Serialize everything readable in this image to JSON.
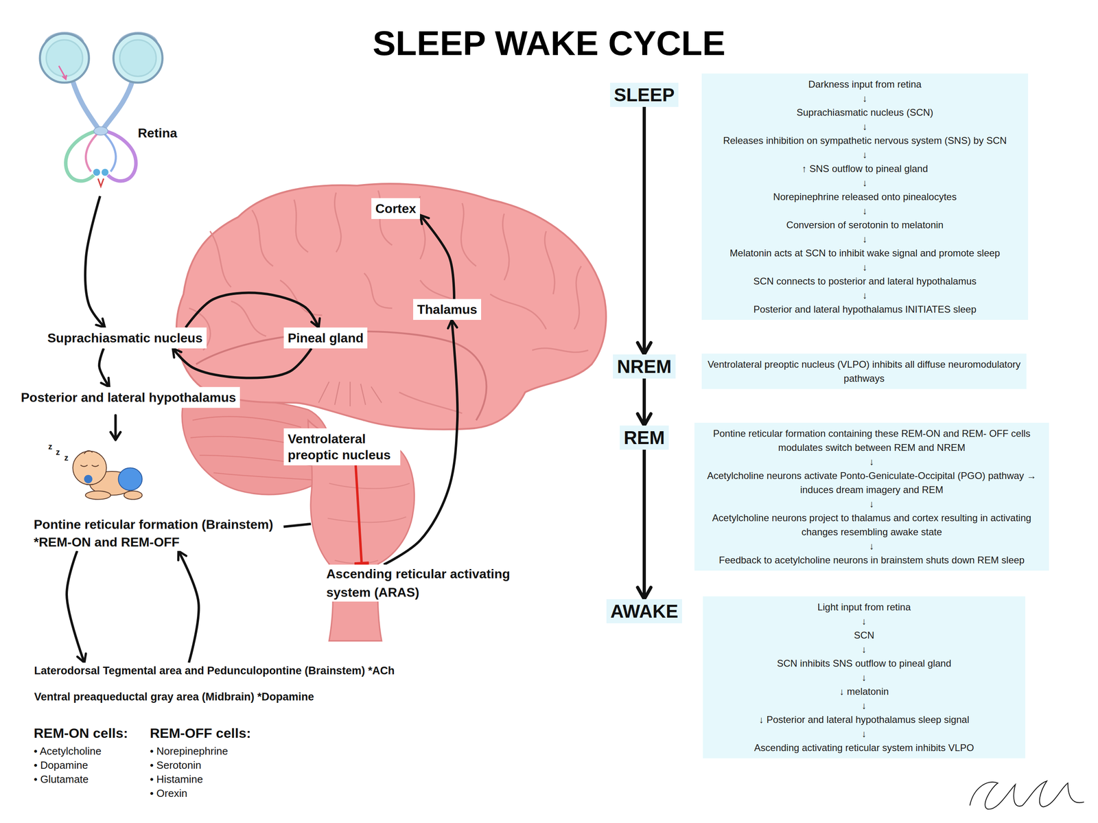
{
  "diagram": {
    "title": "SLEEP WAKE CYCLE",
    "nodes": [
      {
        "text": [
          "Retina"
        ]
      },
      {
        "text": [
          "Suprachiasmatic nucleus"
        ]
      },
      {
        "text": [
          "Pineal gland"
        ]
      },
      {
        "text": [
          "Posterior and lateral hypothalamus"
        ]
      },
      {
        "text": [
          "Cortex"
        ]
      },
      {
        "text": [
          "Thalamus"
        ]
      },
      {
        "text": [
          "Ventrolateral preoptic nucleus"
        ]
      },
      {
        "text": [
          "Pontine reticular formation (Brainstem)",
          "*REM-ON and REM-OFF"
        ]
      },
      {
        "text": [
          "Ascending reticular activating system (ARAS)"
        ]
      },
      {
        "text": [
          "Laterodorsal Tegmental area and Pedunculopontine (Brainstem) *ACh"
        ]
      },
      {
        "text": [
          "SLEEP"
        ]
      },
      {
        "text": [
          "Darkness input from retina",
          "↓",
          "Suprachiasmatic nucleus (SCN)",
          "↓",
          "Releases inhibition on sympathetic nervous system (SNS) by SCN",
          "↓",
          "↑ SNS outflow to pineal gland",
          "↓",
          "Norepinephrine released onto pinealocytes",
          "↓",
          "Conversion of serotonin to melatonin",
          "↓",
          "Melatonin acts at SCN to inhibit wake signal and promote sleep",
          "↓",
          "SCN connects to posterior and lateral hypothalamus",
          "↓",
          "Posterior and lateral hypothalamus INITIATES sleep"
        ]
      },
      {
        "text": [
          "NREM"
        ]
      },
      {
        "text": [
          "Ventrolateral preoptic nucleus (VLPO) inhibits all diffuse neuromodulatory pathways"
        ]
      },
      {
        "text": [
          "REM"
        ]
      },
      {
        "text": [
          "Pontine reticular formation containing these REM-ON and REM- OFF cells modulates switch between REM and NREM",
          "↓",
          "Acetylcholine neurons activate Ponto-Geniculate-Occipital (PGO) pathway → induces dream imagery and REM",
          "↓",
          "Acetylcholine neurons project to thalamus and cortex resulting in activating changes resembling awake state",
          "↓",
          "Feedback to acetylcholine neurons in brainstem shuts down REM sleep"
        ]
      },
      {
        "text": [
          "AWAKE"
        ]
      },
      {
        "text": [
          "Light input from retina",
          "↓",
          "SCN",
          "↓",
          "SCN inhibits SNS outflow to pineal gland",
          "↓",
          "↓ melatonin",
          "↓",
          "↓ Posterior and lateral hypothalamus sleep signal",
          "↓",
          "Ascending activating reticular system inhibits VLPO"
        ]
      }
    ],
    "edges": [
      {
        "from": 0,
        "to": 1,
        "arrow": "to"
      },
      {
        "from": 1,
        "to": 2,
        "arrow": "to"
      },
      {
        "from": 2,
        "to": 1,
        "arrow": "to"
      },
      {
        "from": 1,
        "to": 3,
        "arrow": "to"
      },
      {
        "from": 5,
        "to": 4,
        "arrow": "to"
      },
      {
        "from": 8,
        "to": 5,
        "arrow": "to"
      },
      {
        "from": 6,
        "to": 8,
        "arrow": "to"
      },
      {
        "from": 7,
        "to": 9,
        "arrow": "to"
      },
      {
        "from": 9,
        "to": 7,
        "arrow": "to"
      },
      {
        "from": 10,
        "to": 12,
        "arrow": "to"
      },
      {
        "from": 12,
        "to": 14,
        "arrow": "to"
      },
      {
        "from": 14,
        "to": 16,
        "arrow": "to"
      }
    ],
    "labels": [
      "z",
      "z",
      "z",
      "Ventral preaqueductal gray area (Midbrain) *Dopamine",
      "REM-ON cells:",
      "• Acetylcholine",
      "• Dopamine",
      "• Glutamate",
      "REM-OFF cells:",
      "• Norepinephrine",
      "• Serotonin",
      "• Histamine",
      "• Orexin"
    ]
  }
}
